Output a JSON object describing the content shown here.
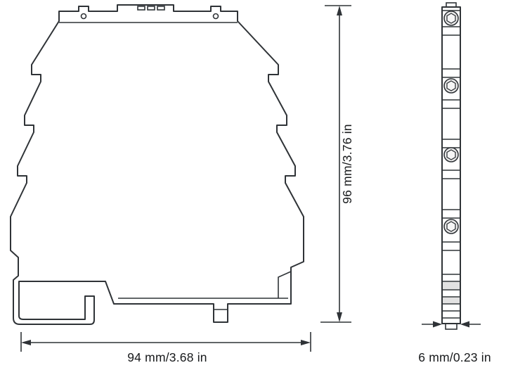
{
  "diagram": {
    "type": "technical-dimensional-drawing",
    "views": {
      "front_view": "module front profile with 4 clamp levers and DIN-rail foot",
      "side_view": "module edge profile with 4 terminal screws",
      "screw_count": 4
    },
    "dimensions": {
      "width": "94 mm/3.68 in",
      "height": "96 mm/3.76 in",
      "depth": "6 mm/0.23 in"
    },
    "colors": {
      "line": "#2f3337",
      "text": "#17191b",
      "background": "#ffffff"
    }
  }
}
